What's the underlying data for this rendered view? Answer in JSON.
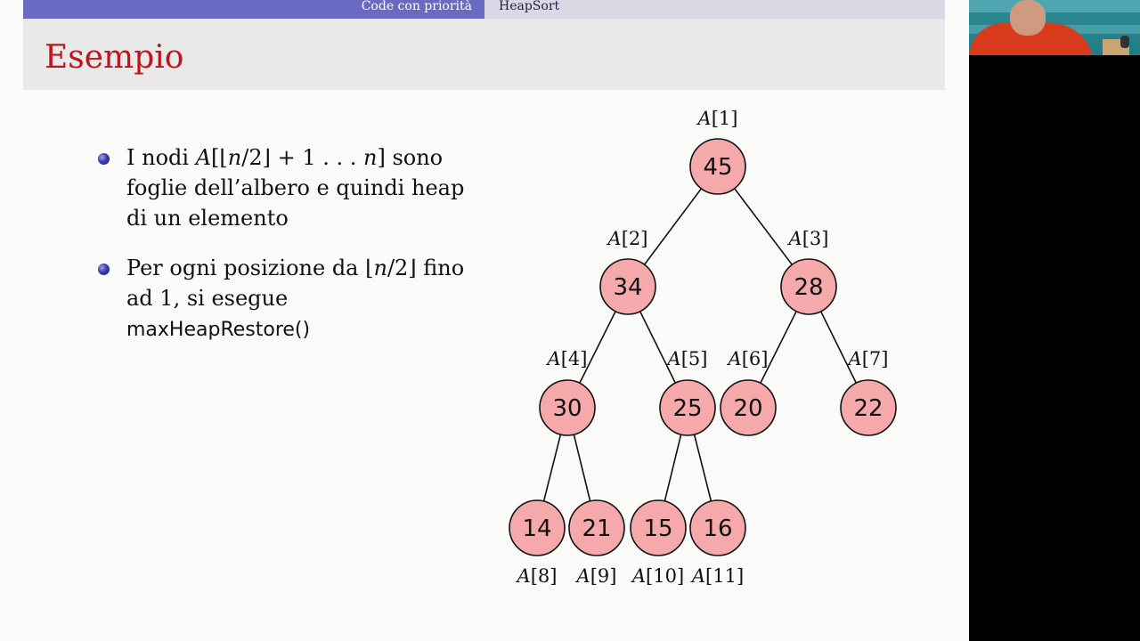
{
  "header": {
    "section": "Code con priorità",
    "subsection": "HeapSort"
  },
  "frame": {
    "title": "Esempio"
  },
  "bullets": [
    {
      "t1": "I nodi ",
      "m1": "A",
      "t2": "[⌊",
      "m2": "n",
      "t3": "/2⌋ + 1 . . . ",
      "m3": "n",
      "t4": "] sono foglie dell’albero e quindi heap di un elemento"
    },
    {
      "t1": "Per ogni posizione da ⌊",
      "m1": "n",
      "t2": "/2⌋ fino ad 1, si esegue",
      "code": "maxHeapRestore()"
    }
  ],
  "tree": {
    "node_fill": "#f5a9ab",
    "nodes": [
      {
        "index": "A[1]",
        "value": "45"
      },
      {
        "index": "A[2]",
        "value": "34"
      },
      {
        "index": "A[3]",
        "value": "28"
      },
      {
        "index": "A[4]",
        "value": "30"
      },
      {
        "index": "A[5]",
        "value": "25"
      },
      {
        "index": "A[6]",
        "value": "20"
      },
      {
        "index": "A[7]",
        "value": "22"
      },
      {
        "index": "A[8]",
        "value": "14"
      },
      {
        "index": "A[9]",
        "value": "21"
      },
      {
        "index": "A[10]",
        "value": "15"
      },
      {
        "index": "A[11]",
        "value": "16"
      }
    ]
  },
  "colors": {
    "nav_left_bg": "#6a6ac2",
    "title_color": "#c0141a",
    "title_band": "#e9e9e9"
  }
}
